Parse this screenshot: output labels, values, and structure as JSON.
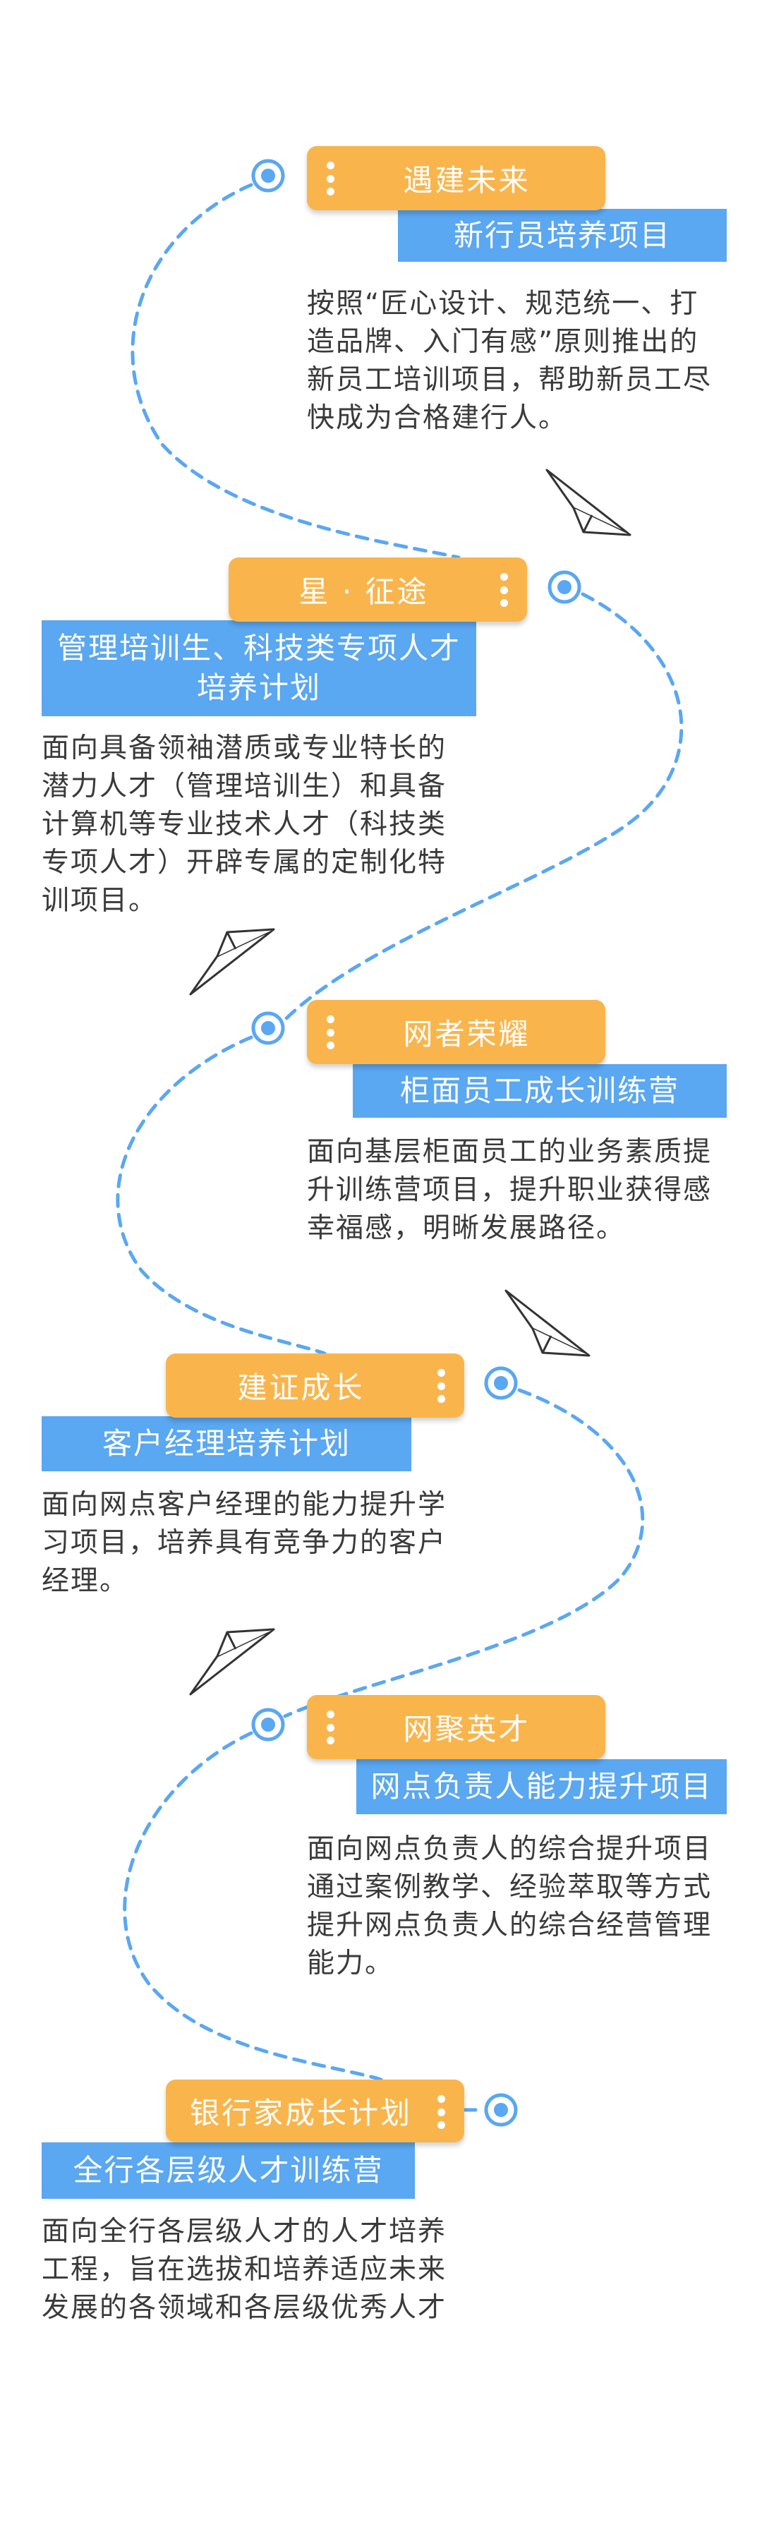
{
  "colors": {
    "tag": "#f9b54c",
    "bar": "#5aa7f2",
    "dash": "#5aa7f2",
    "text": "#3a3a3a",
    "background": "#ffffff"
  },
  "icons": {
    "more": "more-vertical-icon",
    "plane": "paper-plane-icon",
    "node": "timeline-node-icon"
  },
  "items": [
    {
      "tag": "遇建未来",
      "subtitle": [
        "新行员培养项目"
      ],
      "desc": [
        "按照“匠心设计、规范统一、打",
        "造品牌、入门有感”原则推出的",
        "新员工培训项目，帮助新员工尽",
        "快成为合格建行人。"
      ]
    },
    {
      "tag": "星 · 征途",
      "subtitle": [
        "管理培训生、科技类专项人才",
        "培养计划"
      ],
      "desc": [
        "面向具备领袖潜质或专业特长的",
        "潜力人才（管理培训生）和具备",
        "计算机等专业技术人才（科技类",
        "专项人才）开辟专属的定制化特",
        "训项目。"
      ]
    },
    {
      "tag": "网者荣耀",
      "subtitle": [
        "柜面员工成长训练营"
      ],
      "desc": [
        "面向基层柜面员工的业务素质提",
        "升训练营项目，提升职业获得感",
        "幸福感，明晰发展路径。"
      ]
    },
    {
      "tag": "建证成长",
      "subtitle": [
        "客户经理培养计划"
      ],
      "desc": [
        "面向网点客户经理的能力提升学",
        "习项目，培养具有竞争力的客户",
        "经理。"
      ]
    },
    {
      "tag": "网聚英才",
      "subtitle": [
        "网点负责人能力提升项目"
      ],
      "desc": [
        "面向网点负责人的综合提升项目",
        "通过案例教学、经验萃取等方式",
        "提升网点负责人的综合经营管理",
        "能力。"
      ]
    },
    {
      "tag": "银行家成长计划",
      "subtitle": [
        "全行各层级人才训练营"
      ],
      "desc": [
        "面向全行各层级人才的人才培养",
        "工程，旨在选拔和培养适应未来",
        "发展的各领域和各层级优秀人才"
      ]
    }
  ]
}
